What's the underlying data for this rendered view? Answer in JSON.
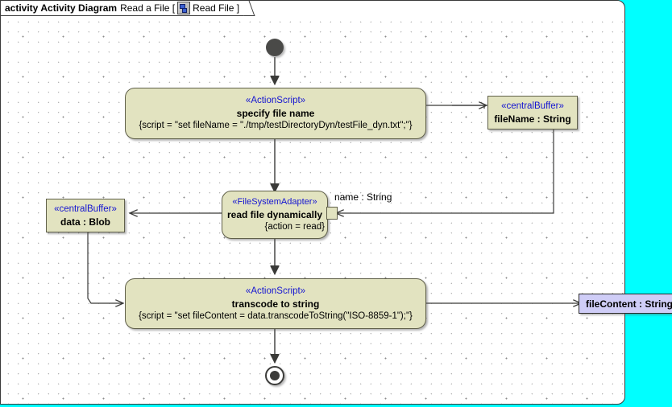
{
  "header": {
    "keyword": "activity",
    "type": "Activity Diagram",
    "name": "Read a File [",
    "icon": "activity-diagram-icon",
    "tag": "Read File ]"
  },
  "colors": {
    "canvas": "#FFFFFF",
    "outside": "#00FFFF",
    "action_fill": "#E2E3C0",
    "object_fill": "#CFCDF7",
    "stereotype_text": "#1414D2",
    "border": "#60604A",
    "node_dark": "#4A4A48"
  },
  "nodes": {
    "initial": {
      "label": "initial-node"
    },
    "specify_file_name": {
      "stereotype": "«ActionScript»",
      "name": "specify file name",
      "script": "{script = \"set fileName = \"./tmp/testDirectoryDyn/testFile_dyn.txt\";\"}"
    },
    "file_name_buffer": {
      "stereotype": "«centralBuffer»",
      "name": "fileName : String"
    },
    "read_file": {
      "stereotype": "«FileSystemAdapter»",
      "name": "read file dynamically",
      "constraint": "{action = read}",
      "input_pin_label": "name : String"
    },
    "data_buffer": {
      "stereotype": "«centralBuffer»",
      "name": "data : Blob"
    },
    "transcode": {
      "stereotype": "«ActionScript»",
      "name": "transcode to string",
      "script": "{script = \"set fileContent = data.transcodeToString(\"ISO-8859-1\");\"}"
    },
    "file_content_object": {
      "name": "fileContent : String"
    },
    "final": {
      "label": "activity-final-node"
    }
  }
}
